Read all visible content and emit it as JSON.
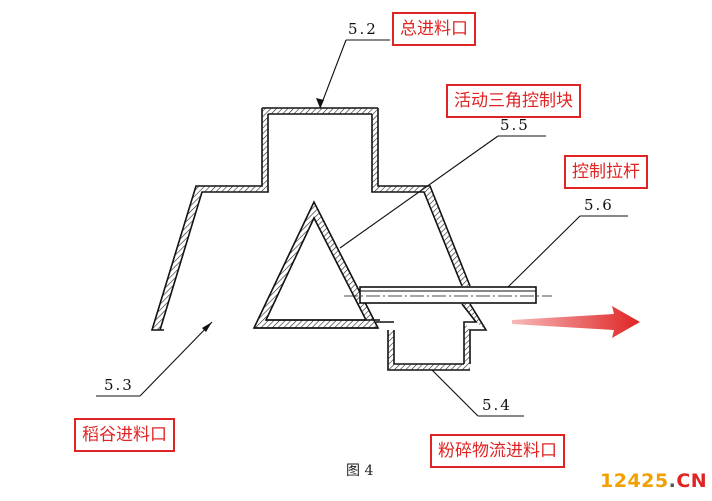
{
  "labels": {
    "total_inlet": {
      "number": "5.2",
      "text": "总进料口"
    },
    "triangle_block": {
      "number": "5.5",
      "text": "活动三角控制块"
    },
    "pull_rod": {
      "number": "5.6",
      "text": "控制拉杆"
    },
    "rice_inlet": {
      "number": "5.3",
      "text": "稻谷进料口"
    },
    "crushed_inlet": {
      "number": "5.4",
      "text": "粉碎物流进料口"
    }
  },
  "caption": "图 4",
  "watermark": {
    "num": "12425",
    "dot": ".",
    "cn": "CN"
  },
  "colors": {
    "callout": "#e02424",
    "line": "#111111",
    "arrow": "#e02424",
    "watermark_num": "#f2a000"
  }
}
